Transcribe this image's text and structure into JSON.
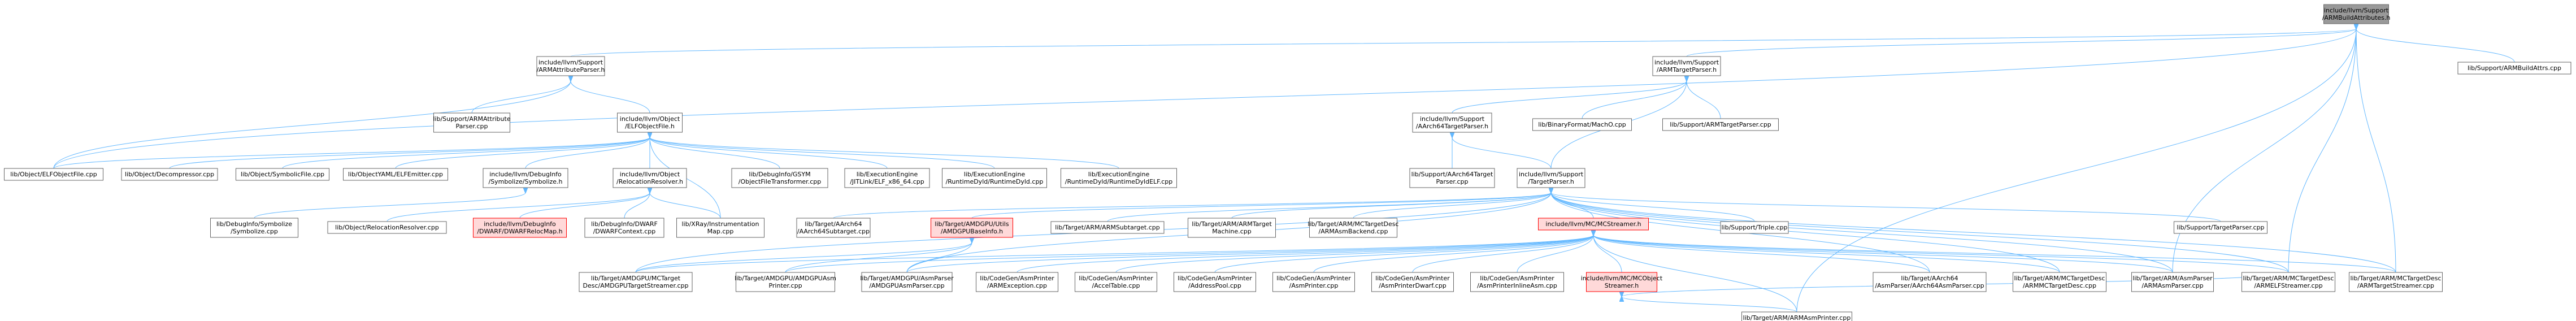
{
  "colors": {
    "edge": "#63b8ff",
    "node_border": "#666666",
    "node_fill": "#ffffff",
    "root_fill": "#999999",
    "highlight_border": "#ff0000",
    "highlight_fill": "#ffd9d9"
  },
  "nodes": [
    {
      "id": "root",
      "lines": [
        "include/llvm/Support",
        "/ARMBuildAttributes.h"
      ],
      "style": "root"
    },
    {
      "id": "arm_attr_parser_h",
      "lines": [
        "include/llvm/Support",
        "/ARMAttributeParser.h"
      ],
      "style": "normal"
    },
    {
      "id": "arm_target_parser_h",
      "lines": [
        "include/llvm/Support",
        "/ARMTargetParser.h"
      ],
      "style": "normal"
    },
    {
      "id": "arm_build_attrs_cpp",
      "lines": [
        "lib/Support/ARMBuildAttrs.cpp"
      ],
      "style": "normal"
    },
    {
      "id": "arm_attr_parser_cpp",
      "lines": [
        "lib/Support/ARMAttribute",
        "Parser.cpp"
      ],
      "style": "normal"
    },
    {
      "id": "elf_object_file_h",
      "lines": [
        "include/llvm/Object",
        "/ELFObjectFile.h"
      ],
      "style": "normal"
    },
    {
      "id": "aarch64_target_parser_h",
      "lines": [
        "include/llvm/Support",
        "/AArch64TargetParser.h"
      ],
      "style": "normal"
    },
    {
      "id": "binary_format_macho",
      "lines": [
        "lib/BinaryFormat/MachO.cpp"
      ],
      "style": "normal"
    },
    {
      "id": "arm_target_parser_cpp",
      "lines": [
        "lib/Support/ARMTargetParser.cpp"
      ],
      "style": "normal"
    },
    {
      "id": "elf_object_file_cpp",
      "lines": [
        "lib/Object/ELFObjectFile.cpp"
      ],
      "style": "normal"
    },
    {
      "id": "decompressor_cpp",
      "lines": [
        "lib/Object/Decompressor.cpp"
      ],
      "style": "normal"
    },
    {
      "id": "symbolic_file_cpp",
      "lines": [
        "lib/Object/SymbolicFile.cpp"
      ],
      "style": "normal"
    },
    {
      "id": "yaml_elf_emitter_cpp",
      "lines": [
        "lib/ObjectYAML/ELFEmitter.cpp"
      ],
      "style": "normal"
    },
    {
      "id": "debuginfo_symbolize_h",
      "lines": [
        "include/llvm/DebugInfo",
        "/Symbolize/Symbolize.h"
      ],
      "style": "normal"
    },
    {
      "id": "relocation_resolver_h",
      "lines": [
        "include/llvm/Object",
        "/RelocationResolver.h"
      ],
      "style": "normal"
    },
    {
      "id": "gsym_file_translator",
      "lines": [
        "lib/DebugInfo/GSYM",
        "/ObjectFileTransformer.cpp"
      ],
      "style": "normal"
    },
    {
      "id": "jitlink_elf_x86",
      "lines": [
        "lib/ExecutionEngine",
        "/JITLink/ELF_x86_64.cpp"
      ],
      "style": "normal"
    },
    {
      "id": "runtime_dyld_cpp",
      "lines": [
        "lib/ExecutionEngine",
        "/RuntimeDyld/RuntimeDyld.cpp"
      ],
      "style": "normal"
    },
    {
      "id": "runtime_dyld_elf_cpp",
      "lines": [
        "lib/ExecutionEngine",
        "/RuntimeDyld/RuntimeDyldELF.cpp"
      ],
      "style": "normal"
    },
    {
      "id": "aarch64_target_parser_cpp",
      "lines": [
        "lib/Support/AArch64Target",
        "Parser.cpp"
      ],
      "style": "normal"
    },
    {
      "id": "target_parser_h",
      "lines": [
        "include/llvm/Support",
        "/TargetParser.h"
      ],
      "style": "normal"
    },
    {
      "id": "debuginfo_symbolize_cpp",
      "lines": [
        "lib/DebugInfo/Symbolize",
        "/Symbolize.cpp"
      ],
      "style": "normal"
    },
    {
      "id": "relocation_resolver_cpp",
      "lines": [
        "lib/Object/RelocationResolver.cpp"
      ],
      "style": "normal"
    },
    {
      "id": "dwarf_reloc_map_h",
      "lines": [
        "include/llvm/DebugInfo",
        "/DWARF/DWARFRelocMap.h"
      ],
      "style": "highlight"
    },
    {
      "id": "dwarf_context_cpp",
      "lines": [
        "lib/DebugInfo/DWARF",
        "/DWARFContext.cpp"
      ],
      "style": "normal"
    },
    {
      "id": "xray_instr_map",
      "lines": [
        "lib/XRay/Instrumentation",
        "Map.cpp"
      ],
      "style": "normal"
    },
    {
      "id": "aarch64_subtarget_cpp",
      "lines": [
        "lib/Target/AArch64",
        "/AArch64Subtarget.cpp"
      ],
      "style": "normal"
    },
    {
      "id": "amdgpu_base_info_h",
      "lines": [
        "lib/Target/AMDGPU/Utils",
        "/AMDGPUBaseInfo.h"
      ],
      "style": "highlight"
    },
    {
      "id": "arm_subtarget_cpp",
      "lines": [
        "lib/Target/ARM/ARMSubtarget.cpp"
      ],
      "style": "normal"
    },
    {
      "id": "arm_target_machine_cpp",
      "lines": [
        "lib/Target/ARM/ARMTarget",
        "Machine.cpp"
      ],
      "style": "normal"
    },
    {
      "id": "arm_asm_backend_cpp",
      "lines": [
        "lib/Target/ARM/MCTargetDesc",
        "/ARMAsmBackend.cpp"
      ],
      "style": "normal"
    },
    {
      "id": "mc_streamer_h",
      "lines": [
        "include/llvm/MC/MCStreamer.h"
      ],
      "style": "highlight"
    },
    {
      "id": "support_triple_cpp",
      "lines": [
        "lib/Support/Triple.cpp"
      ],
      "style": "normal"
    },
    {
      "id": "support_target_parser_cpp",
      "lines": [
        "lib/Support/TargetParser.cpp"
      ],
      "style": "normal"
    },
    {
      "id": "amdgpu_target_streamer_cpp",
      "lines": [
        "lib/Target/AMDGPU/MCTarget",
        "Desc/AMDGPUTargetStreamer.cpp"
      ],
      "style": "normal"
    },
    {
      "id": "amdgpu_asm_printer_cpp",
      "lines": [
        "lib/Target/AMDGPU/AMDGPUAsm",
        "Printer.cpp"
      ],
      "style": "normal"
    },
    {
      "id": "amdgpu_asm_parser_cpp",
      "lines": [
        "lib/Target/AMDGPU/AsmParser",
        "/AMDGPUAsmParser.cpp"
      ],
      "style": "normal"
    },
    {
      "id": "arm_exception_cpp",
      "lines": [
        "lib/CodeGen/AsmPrinter",
        "/ARMException.cpp"
      ],
      "style": "normal"
    },
    {
      "id": "accel_table_cpp",
      "lines": [
        "lib/CodeGen/AsmPrinter",
        "/AccelTable.cpp"
      ],
      "style": "normal"
    },
    {
      "id": "address_pool_cpp",
      "lines": [
        "lib/CodeGen/AsmPrinter",
        "/AddressPool.cpp"
      ],
      "style": "normal"
    },
    {
      "id": "asm_printer_cpp",
      "lines": [
        "lib/CodeGen/AsmPrinter",
        "/AsmPrinter.cpp"
      ],
      "style": "normal"
    },
    {
      "id": "asm_printer_dwarf_cpp",
      "lines": [
        "lib/CodeGen/AsmPrinter",
        "/AsmPrinterDwarf.cpp"
      ],
      "style": "normal"
    },
    {
      "id": "asm_printer_inline_asm_cpp",
      "lines": [
        "lib/CodeGen/AsmPrinter",
        "/AsmPrinterInlineAsm.cpp"
      ],
      "style": "normal"
    },
    {
      "id": "mc_object_streamer_h",
      "lines": [
        "include/llvm/MC/MCObject",
        "Streamer.h"
      ],
      "style": "highlight"
    },
    {
      "id": "aarch64_asm_parser_cpp",
      "lines": [
        "lib/Target/AArch64",
        "/AsmParser/AArch64AsmParser.cpp"
      ],
      "style": "normal"
    },
    {
      "id": "arm_mc_target_desc_cpp",
      "lines": [
        "lib/Target/ARM/MCTargetDesc",
        "/ARMMCTargetDesc.cpp"
      ],
      "style": "normal"
    },
    {
      "id": "arm_asm_parser_cpp",
      "lines": [
        "lib/Target/ARM/AsmParser",
        "/ARMAsmParser.cpp"
      ],
      "style": "normal"
    },
    {
      "id": "arm_elf_streamer_cpp",
      "lines": [
        "lib/Target/ARM/MCTargetDesc",
        "/ARMELFStreamer.cpp"
      ],
      "style": "normal"
    },
    {
      "id": "arm_target_streamer_cpp",
      "lines": [
        "lib/Target/ARM/MCTargetDesc",
        "/ARMTargetStreamer.cpp"
      ],
      "style": "normal"
    },
    {
      "id": "arm_asm_printer_cpp",
      "lines": [
        "lib/Target/ARM/ARMAsmPrinter.cpp"
      ],
      "style": "normal"
    }
  ],
  "edges": [
    [
      "arm_attr_parser_h",
      "root"
    ],
    [
      "arm_target_parser_h",
      "root"
    ],
    [
      "arm_build_attrs_cpp",
      "root"
    ],
    [
      "elf_object_file_cpp",
      "root"
    ],
    [
      "arm_target_streamer_cpp",
      "root"
    ],
    [
      "arm_elf_streamer_cpp",
      "root"
    ],
    [
      "arm_asm_parser_cpp",
      "root"
    ],
    [
      "arm_asm_printer_cpp",
      "root"
    ],
    [
      "arm_attr_parser_cpp",
      "arm_attr_parser_h"
    ],
    [
      "elf_object_file_h",
      "arm_attr_parser_h"
    ],
    [
      "elf_object_file_cpp",
      "arm_attr_parser_h"
    ],
    [
      "aarch64_target_parser_h",
      "arm_target_parser_h"
    ],
    [
      "binary_format_macho",
      "arm_target_parser_h"
    ],
    [
      "arm_target_parser_cpp",
      "arm_target_parser_h"
    ],
    [
      "target_parser_h",
      "arm_target_parser_h"
    ],
    [
      "elf_object_file_cpp",
      "elf_object_file_h"
    ],
    [
      "decompressor_cpp",
      "elf_object_file_h"
    ],
    [
      "symbolic_file_cpp",
      "elf_object_file_h"
    ],
    [
      "yaml_elf_emitter_cpp",
      "elf_object_file_h"
    ],
    [
      "debuginfo_symbolize_h",
      "elf_object_file_h"
    ],
    [
      "relocation_resolver_h",
      "elf_object_file_h"
    ],
    [
      "gsym_file_translator",
      "elf_object_file_h"
    ],
    [
      "jitlink_elf_x86",
      "elf_object_file_h"
    ],
    [
      "runtime_dyld_cpp",
      "elf_object_file_h"
    ],
    [
      "runtime_dyld_elf_cpp",
      "elf_object_file_h"
    ],
    [
      "xray_instr_map",
      "elf_object_file_h"
    ],
    [
      "target_parser_h",
      "aarch64_target_parser_h"
    ],
    [
      "aarch64_target_parser_cpp",
      "aarch64_target_parser_h"
    ],
    [
      "debuginfo_symbolize_cpp",
      "debuginfo_symbolize_h"
    ],
    [
      "relocation_resolver_cpp",
      "relocation_resolver_h"
    ],
    [
      "dwarf_reloc_map_h",
      "relocation_resolver_h"
    ],
    [
      "dwarf_context_cpp",
      "relocation_resolver_h"
    ],
    [
      "xray_instr_map",
      "relocation_resolver_h"
    ],
    [
      "aarch64_subtarget_cpp",
      "target_parser_h"
    ],
    [
      "amdgpu_base_info_h",
      "target_parser_h"
    ],
    [
      "arm_subtarget_cpp",
      "target_parser_h"
    ],
    [
      "arm_target_machine_cpp",
      "target_parser_h"
    ],
    [
      "arm_asm_backend_cpp",
      "target_parser_h"
    ],
    [
      "mc_streamer_h",
      "target_parser_h"
    ],
    [
      "support_triple_cpp",
      "target_parser_h"
    ],
    [
      "support_target_parser_cpp",
      "target_parser_h"
    ],
    [
      "amdgpu_target_streamer_cpp",
      "target_parser_h"
    ],
    [
      "amdgpu_asm_parser_cpp",
      "target_parser_h"
    ],
    [
      "aarch64_asm_parser_cpp",
      "target_parser_h"
    ],
    [
      "arm_mc_target_desc_cpp",
      "target_parser_h"
    ],
    [
      "arm_asm_parser_cpp",
      "target_parser_h"
    ],
    [
      "arm_elf_streamer_cpp",
      "target_parser_h"
    ],
    [
      "arm_target_streamer_cpp",
      "target_parser_h"
    ],
    [
      "amdgpu_target_streamer_cpp",
      "amdgpu_base_info_h"
    ],
    [
      "amdgpu_asm_printer_cpp",
      "amdgpu_base_info_h"
    ],
    [
      "amdgpu_asm_parser_cpp",
      "amdgpu_base_info_h"
    ],
    [
      "amdgpu_target_streamer_cpp",
      "mc_streamer_h"
    ],
    [
      "amdgpu_asm_printer_cpp",
      "mc_streamer_h"
    ],
    [
      "amdgpu_asm_parser_cpp",
      "mc_streamer_h"
    ],
    [
      "arm_exception_cpp",
      "mc_streamer_h"
    ],
    [
      "accel_table_cpp",
      "mc_streamer_h"
    ],
    [
      "address_pool_cpp",
      "mc_streamer_h"
    ],
    [
      "asm_printer_cpp",
      "mc_streamer_h"
    ],
    [
      "asm_printer_dwarf_cpp",
      "mc_streamer_h"
    ],
    [
      "asm_printer_inline_asm_cpp",
      "mc_streamer_h"
    ],
    [
      "mc_object_streamer_h",
      "mc_streamer_h"
    ],
    [
      "aarch64_asm_parser_cpp",
      "mc_streamer_h"
    ],
    [
      "arm_mc_target_desc_cpp",
      "mc_streamer_h"
    ],
    [
      "arm_asm_parser_cpp",
      "mc_streamer_h"
    ],
    [
      "arm_elf_streamer_cpp",
      "mc_streamer_h"
    ],
    [
      "arm_target_streamer_cpp",
      "mc_streamer_h"
    ],
    [
      "arm_asm_printer_cpp",
      "mc_streamer_h"
    ],
    [
      "arm_asm_printer_cpp",
      "mc_object_streamer_h"
    ],
    [
      "arm_elf_streamer_cpp",
      "mc_object_streamer_h"
    ]
  ]
}
